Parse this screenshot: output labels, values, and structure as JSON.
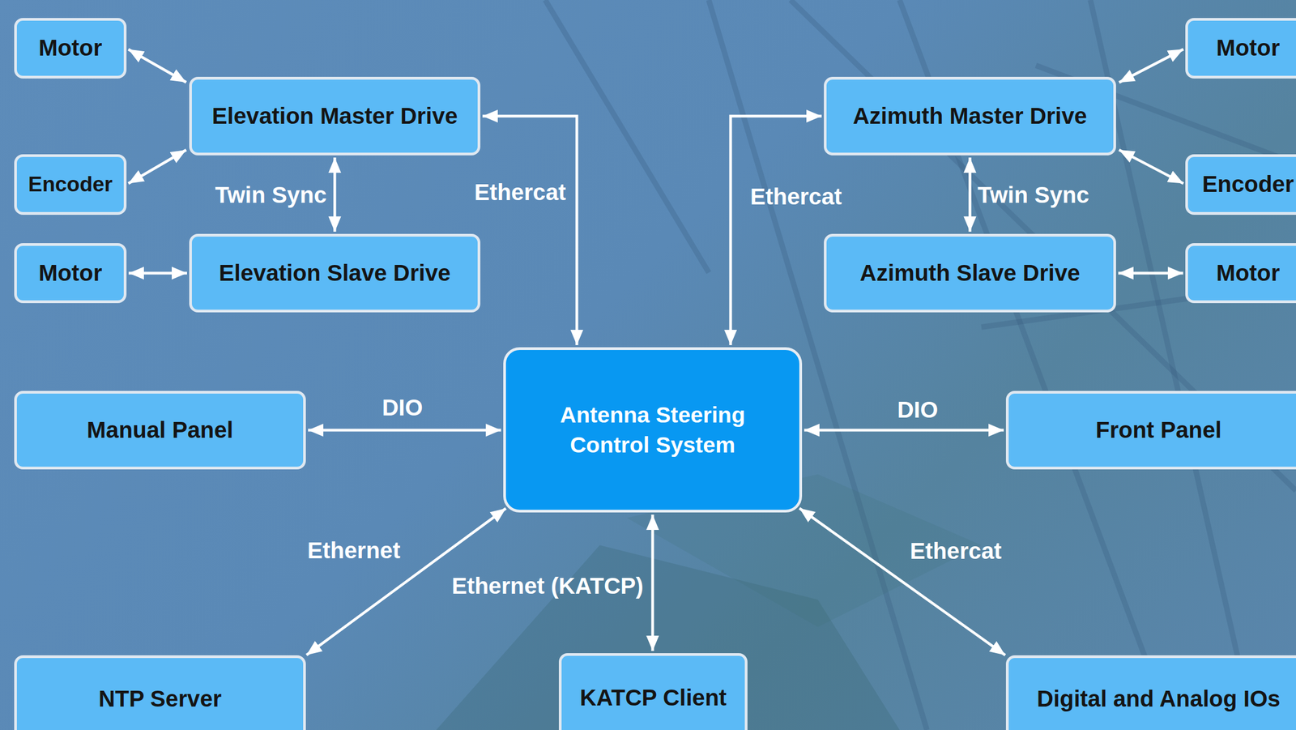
{
  "diagram": {
    "nodes": [
      {
        "text": [
          "Motor"
        ]
      },
      {
        "text": [
          "Elevation Master Drive"
        ]
      },
      {
        "text": [
          "Azimuth Master Drive"
        ]
      },
      {
        "text": [
          "Motor"
        ]
      },
      {
        "text": [
          "Encoder"
        ]
      },
      {
        "text": [
          "Encoder"
        ]
      },
      {
        "text": [
          "Motor"
        ]
      },
      {
        "text": [
          "Elevation Slave Drive"
        ]
      },
      {
        "text": [
          "Azimuth Slave Drive"
        ]
      },
      {
        "text": [
          "Motor"
        ]
      },
      {
        "text": [
          "Manual Panel"
        ]
      },
      {
        "text": [
          "Antenna Steering Control System"
        ]
      },
      {
        "text": [
          "Front Panel"
        ]
      },
      {
        "text": [
          "NTP Server"
        ]
      },
      {
        "text": [
          "KATCP Client"
        ]
      },
      {
        "text": [
          "Digital and Analog IOs"
        ]
      }
    ],
    "edges": [
      {
        "from": 0,
        "to": 1,
        "arrow": "both"
      },
      {
        "from": 4,
        "to": 1,
        "arrow": "both"
      },
      {
        "from": 1,
        "to": 7,
        "label": "Twin Sync",
        "arrow": "both"
      },
      {
        "from": 6,
        "to": 7,
        "arrow": "both"
      },
      {
        "from": 1,
        "to": 11,
        "label": "Ethercat",
        "arrow": "both"
      },
      {
        "from": 2,
        "to": 11,
        "label": "Ethercat",
        "arrow": "both"
      },
      {
        "from": 3,
        "to": 2,
        "arrow": "both"
      },
      {
        "from": 5,
        "to": 2,
        "arrow": "both"
      },
      {
        "from": 2,
        "to": 8,
        "label": "Twin Sync",
        "arrow": "both"
      },
      {
        "from": 9,
        "to": 8,
        "arrow": "both"
      },
      {
        "from": 10,
        "to": 11,
        "label": "DIO",
        "arrow": "both"
      },
      {
        "from": 12,
        "to": 11,
        "label": "DIO",
        "arrow": "both"
      },
      {
        "from": 13,
        "to": 11,
        "label": "Ethernet",
        "arrow": "both"
      },
      {
        "from": 14,
        "to": 11,
        "label": "Ethernet (KATCP)",
        "arrow": "both"
      },
      {
        "from": 15,
        "to": 11,
        "label": "Ethercat",
        "arrow": "both"
      }
    ]
  }
}
